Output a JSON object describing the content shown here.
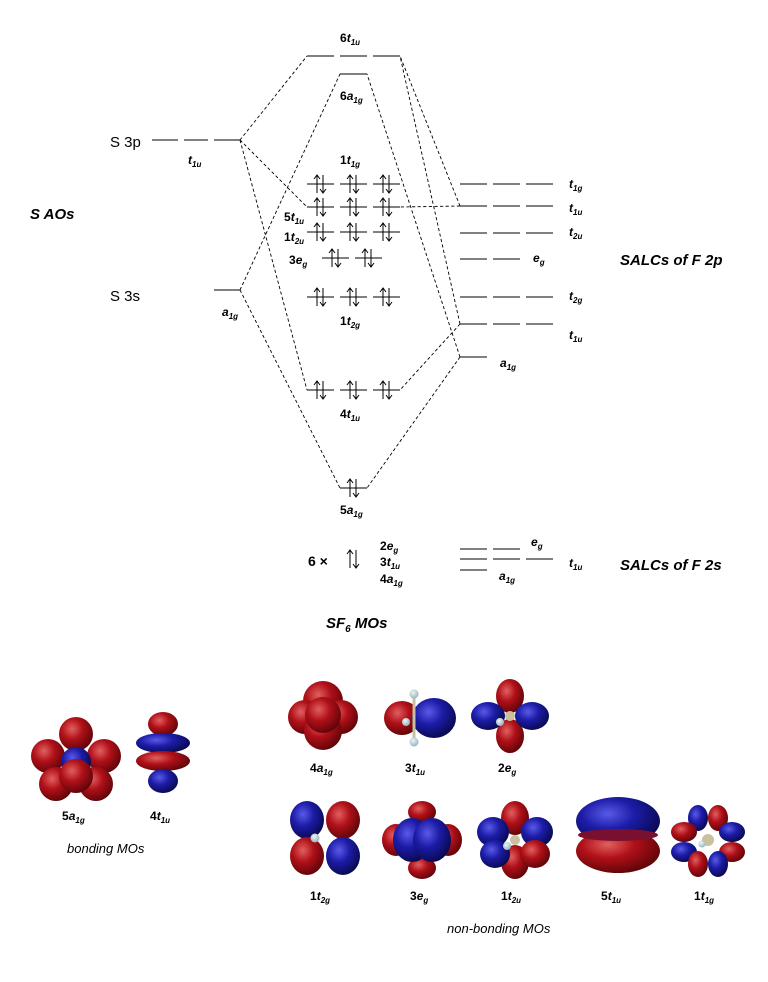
{
  "left_title": "S AOs",
  "right_title_2p": "SALCs of F 2p",
  "right_title_2s": "SALCs of F 2s",
  "bottom_title": {
    "main": "SF",
    "sub": "6",
    "tail": " MOs"
  },
  "s_orbitals": [
    {
      "name": "S 3p",
      "sym": {
        "main": "t",
        "sub": "1u"
      }
    },
    {
      "name": "S 3s",
      "sym": {
        "main": "a",
        "sub": "1g"
      }
    }
  ],
  "mo_labels": {
    "6t1u": {
      "pre": "6",
      "main": "t",
      "sub": "1u"
    },
    "6a1g": {
      "pre": "6",
      "main": "a",
      "sub": "1g"
    },
    "1t1g": {
      "pre": "1",
      "main": "t",
      "sub": "1g"
    },
    "5t1u": {
      "pre": "5",
      "main": "t",
      "sub": "1u"
    },
    "1t2u": {
      "pre": "1",
      "main": "t",
      "sub": "2u"
    },
    "3eg": {
      "pre": "3",
      "main": "e",
      "sub": "g"
    },
    "1t2g": {
      "pre": "1",
      "main": "t",
      "sub": "2g"
    },
    "4t1u": {
      "pre": "4",
      "main": "t",
      "sub": "1u"
    },
    "5a1g": {
      "pre": "5",
      "main": "a",
      "sub": "1g"
    }
  },
  "salc_2p": [
    {
      "main": "t",
      "sub": "1g"
    },
    {
      "main": "t",
      "sub": "1u"
    },
    {
      "main": "t",
      "sub": "2u"
    },
    {
      "main": "e",
      "sub": "g"
    },
    {
      "main": "t",
      "sub": "2g"
    },
    {
      "main": "t",
      "sub": "1u"
    },
    {
      "main": "a",
      "sub": "1g"
    }
  ],
  "f2s_block": {
    "multiplier": "6 ×",
    "labels": [
      {
        "pre": "2",
        "main": "e",
        "sub": "g"
      },
      {
        "pre": "3",
        "main": "t",
        "sub": "1u"
      },
      {
        "pre": "4",
        "main": "a",
        "sub": "1g"
      }
    ],
    "salc": [
      {
        "main": "e",
        "sub": "g"
      },
      {
        "main": "t",
        "sub": "1u"
      },
      {
        "main": "a",
        "sub": "1g"
      }
    ]
  },
  "bonding_caption": "bonding MOs",
  "nonbonding_caption": "non-bonding MOs",
  "mo_pictures": [
    {
      "pre": "5",
      "main": "a",
      "sub": "1g"
    },
    {
      "pre": "4",
      "main": "t",
      "sub": "1u"
    },
    {
      "pre": "4",
      "main": "a",
      "sub": "1g"
    },
    {
      "pre": "3",
      "main": "t",
      "sub": "1u"
    },
    {
      "pre": "2",
      "main": "e",
      "sub": "g"
    },
    {
      "pre": "1",
      "main": "t",
      "sub": "2g"
    },
    {
      "pre": "3",
      "main": "e",
      "sub": "g"
    },
    {
      "pre": "1",
      "main": "t",
      "sub": "2u"
    },
    {
      "pre": "5",
      "main": "t",
      "sub": "1u"
    },
    {
      "pre": "1",
      "main": "t",
      "sub": "1g"
    }
  ],
  "colors": {
    "lobe_red": "#b01018",
    "lobe_blue": "#1c1ca8",
    "atom": "#c9c0a0",
    "fluorine": "#a8c8d0"
  }
}
